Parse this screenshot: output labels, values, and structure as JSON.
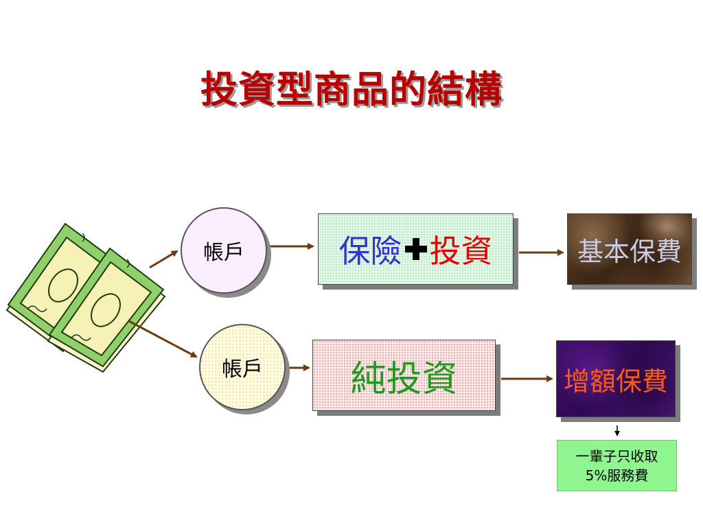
{
  "title": "投資型商品的結構",
  "nodes": {
    "account_1": "帳戶",
    "account_2": "帳戶",
    "insurance": "保險",
    "investment": "投資",
    "pure_investment": "純投資",
    "basic_premium": "基本保費",
    "additional_premium": "增額保費",
    "fee_note_line1": "一輩子只收取",
    "fee_note_line2": "5%服務費"
  },
  "colors": {
    "title": "#b80000",
    "insurance_text": "#3333cc",
    "investment_text": "#e00000",
    "pure_investment_text": "#1f9a1f",
    "basic_premium_text": "#c9c9e8",
    "additional_premium_text": "#ff5a14",
    "arrow": "#6b3a10",
    "note_bg": "#8ff58f"
  },
  "icons": [
    "money-stack-icon",
    "plus-icon"
  ]
}
